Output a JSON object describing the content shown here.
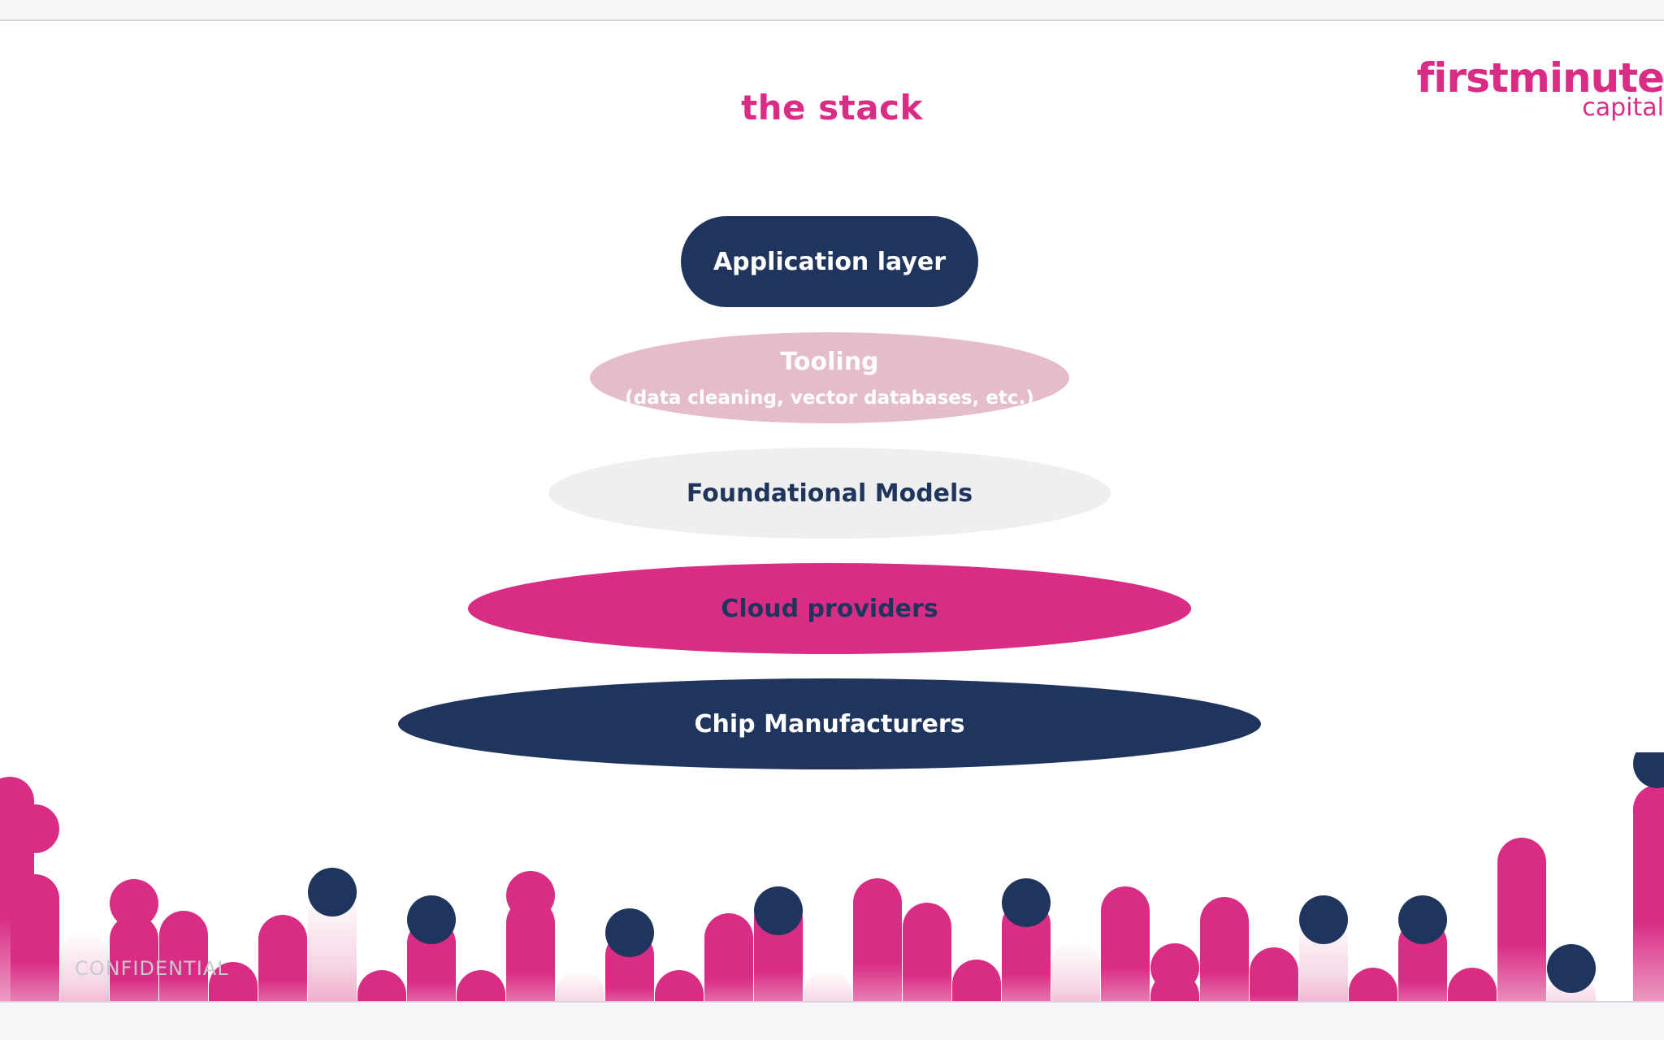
{
  "slide": {
    "title": "the stack",
    "confidential_label": "CONFIDENTIAL",
    "logo": {
      "wordmark": "firstminute",
      "sub": "capital"
    }
  },
  "stack": {
    "layers": [
      {
        "label": "Application layer",
        "sublabel": "",
        "fill": "#1f355e",
        "text_color": "#ffffff"
      },
      {
        "label": "Tooling",
        "sublabel": "(data cleaning, vector databases, etc.)",
        "fill": "#e4bccb",
        "text_color": "#ffffff"
      },
      {
        "label": "Foundational Models",
        "sublabel": "",
        "fill": "#efefef",
        "text_color": "#1f355e"
      },
      {
        "label": "Cloud providers",
        "sublabel": "",
        "fill": "#d92d85",
        "text_color": "#1f355e"
      },
      {
        "label": "Chip Manufacturers",
        "sublabel": "",
        "fill": "#1f355e",
        "text_color": "#ffffff"
      }
    ]
  },
  "colors": {
    "accent": "#d92d85",
    "navy": "#1f355e",
    "light_pink": "#e4bccb",
    "light_gray": "#efefef"
  }
}
